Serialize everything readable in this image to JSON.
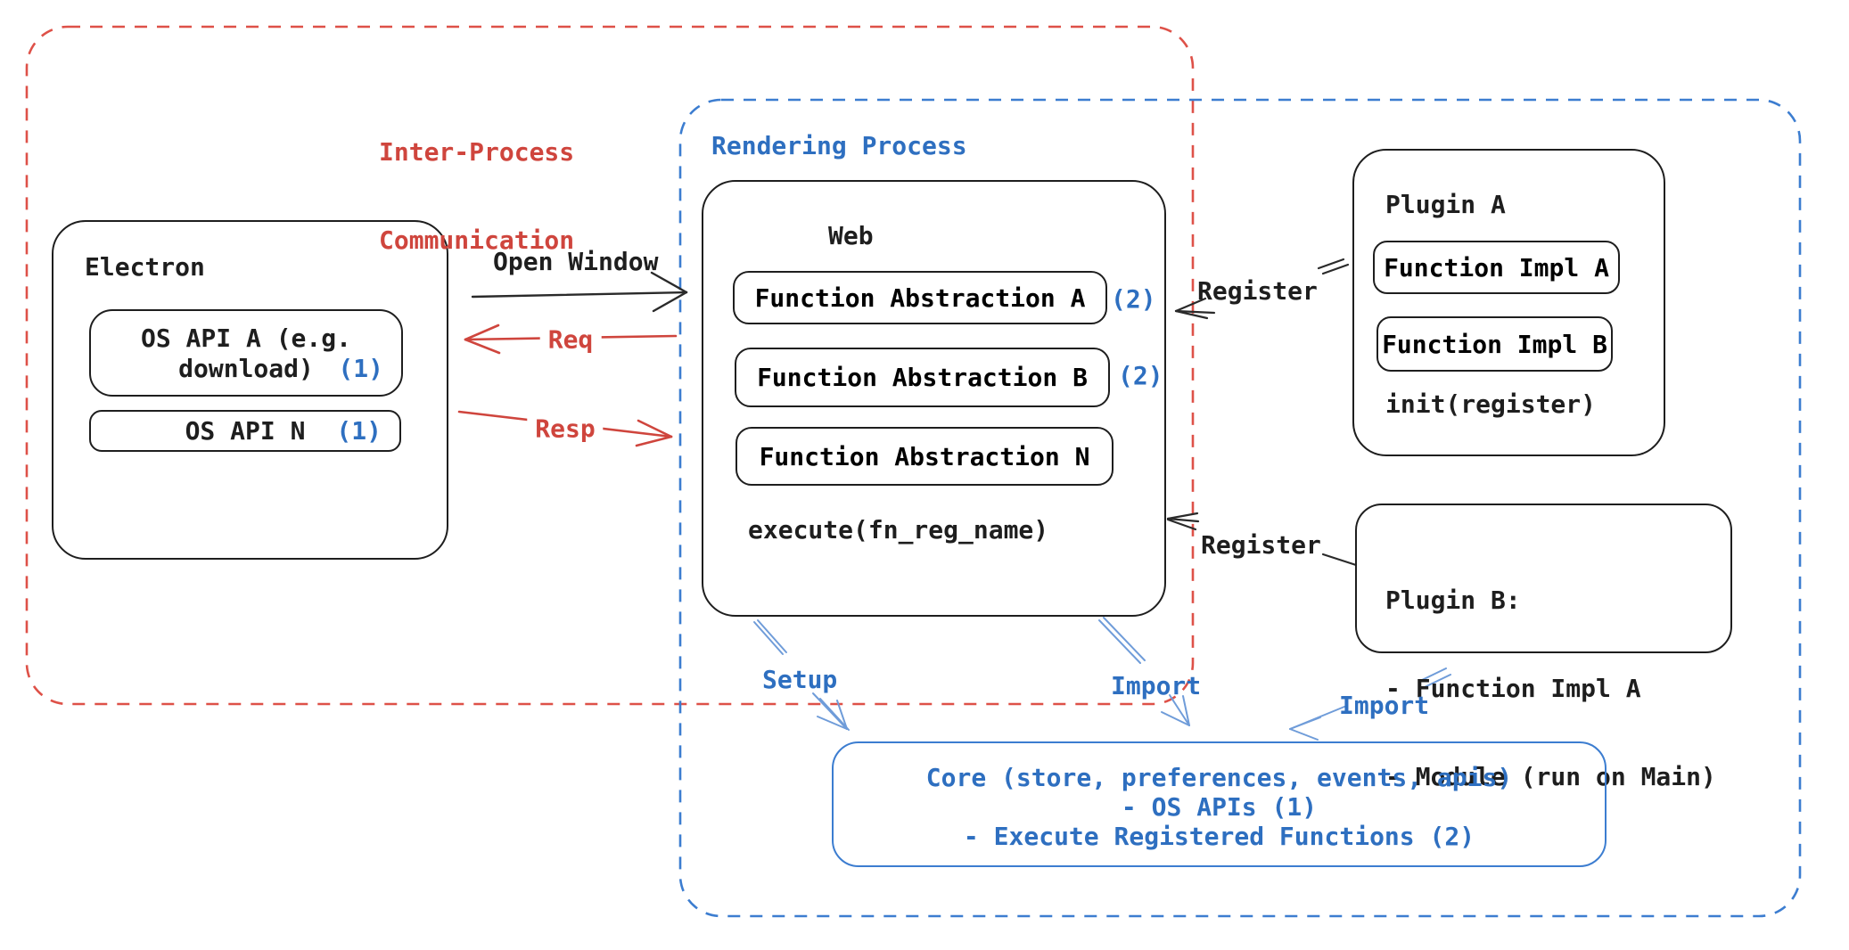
{
  "colors": {
    "ink": "#1e1e1e",
    "red": "#cf453d",
    "red_dash": "#de5148",
    "blue_text": "#2e6fc0",
    "blue_dash": "#3c7dd0",
    "blue_arrow": "#6f9cd9",
    "background": "#ffffff"
  },
  "ipc": {
    "line1": "Inter-Process",
    "line2": "Communication"
  },
  "rendering": {
    "title": "Rendering Process",
    "web": {
      "title": "Web",
      "fn_a": "Function Abstraction A",
      "fn_a_ref": "(2)",
      "fn_b": "Function Abstraction B",
      "fn_b_ref": "(2)",
      "fn_n": "Function Abstraction N",
      "execute": "execute(fn_reg_name)"
    }
  },
  "electron": {
    "title": "Electron",
    "os_api_a_line1": "OS API A (e.g.",
    "os_api_a_line2": "download)",
    "os_api_a_ref": "(1)",
    "os_api_n": "OS API N",
    "os_api_n_ref": "(1)"
  },
  "plugin_a": {
    "title": "Plugin A",
    "impl_a": "Function Impl A",
    "impl_b": "Function Impl B",
    "init": "init(register)"
  },
  "plugin_b": {
    "line1": "Plugin B:",
    "line2": "- Function Impl A",
    "line3": "- Module (run on Main)"
  },
  "core": {
    "line1": "Core (store, preferences, events, apis)",
    "line2": "- OS APIs (1)",
    "line3": "- Execute Registered Functions (2)"
  },
  "arrows": {
    "open_window": "Open Window",
    "req": "Req",
    "resp": "Resp",
    "register_top": "Register",
    "register_bottom": "Register",
    "setup": "Setup",
    "import_mid": "Import",
    "import_right": "Import"
  }
}
